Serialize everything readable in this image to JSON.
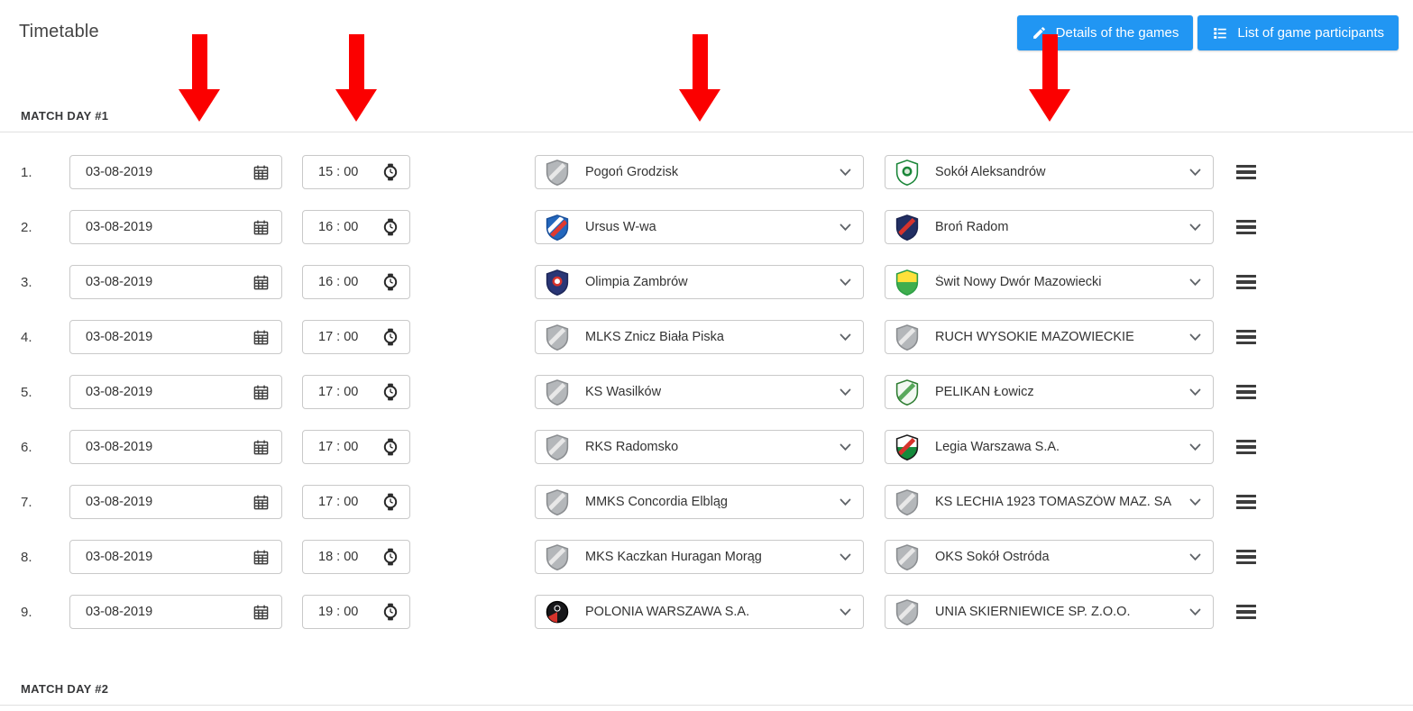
{
  "page": {
    "title": "Timetable"
  },
  "header": {
    "buttons": [
      {
        "label": "Details of the games",
        "icon": "pencil-icon"
      },
      {
        "label": "List of game participants",
        "icon": "list-icon"
      }
    ]
  },
  "colors": {
    "accent_blue": "#2196f3",
    "arrow_red": "#fb0000"
  },
  "annotations": {
    "arrow_lefts": [
      198,
      372,
      753,
      1141
    ]
  },
  "sections": [
    {
      "label": "MATCH DAY #1",
      "rows": [
        {
          "index": "1.",
          "date": "03-08-2019",
          "time": "15 : 00",
          "home": {
            "name": "Pogoń Grodzisk",
            "crest": {
              "shape": "shield",
              "fill": "#b4b7ba",
              "stroke": "#8a8d90",
              "stripes": [
                "#e8e8e8"
              ]
            }
          },
          "away": {
            "name": "Sokół Aleksandrów",
            "crest": {
              "shape": "shield",
              "fill": "#ffffff",
              "stroke": "#1b8639",
              "dot": "#1b8639",
              "dotInner": "#d9ead9"
            }
          }
        },
        {
          "index": "2.",
          "date": "03-08-2019",
          "time": "16 : 00",
          "home": {
            "name": "Ursus W-wa",
            "crest": {
              "shape": "shield",
              "fill": "#2367bd",
              "stroke": "#184f9b",
              "stripes": [
                "#ffffff",
                "#e0392f"
              ]
            }
          },
          "away": {
            "name": "Broń Radom",
            "crest": {
              "shape": "shield",
              "fill": "#222f63",
              "stroke": "#1a2450",
              "stripes": [
                "#d6332c"
              ]
            }
          }
        },
        {
          "index": "3.",
          "date": "03-08-2019",
          "time": "16 : 00",
          "home": {
            "name": "Olimpia Zambrów",
            "crest": {
              "shape": "shield",
              "fill": "#293676",
              "stroke": "#1d2759",
              "dot": "#d6332c",
              "dotInner": "#ffffff"
            }
          },
          "away": {
            "name": "Świt Nowy Dwór Mazowiecki",
            "crest": {
              "shape": "shield",
              "fill": "#ffe13a",
              "stroke": "#2c9e45",
              "bottom": "#3fae4e"
            }
          }
        },
        {
          "index": "4.",
          "date": "03-08-2019",
          "time": "17 : 00",
          "home": {
            "name": "MLKS Znicz Biała Piska",
            "crest": {
              "shape": "shield",
              "fill": "#b4b7ba",
              "stroke": "#8a8d90",
              "stripes": [
                "#e8e8e8"
              ]
            }
          },
          "away": {
            "name": "RUCH WYSOKIE MAZOWIECKIE",
            "crest": {
              "shape": "shield",
              "fill": "#b4b7ba",
              "stroke": "#8a8d90",
              "stripes": [
                "#e8e8e8"
              ]
            }
          }
        },
        {
          "index": "5.",
          "date": "03-08-2019",
          "time": "17 : 00",
          "home": {
            "name": "KS Wasilków",
            "crest": {
              "shape": "shield",
              "fill": "#b4b7ba",
              "stroke": "#8a8d90",
              "stripes": [
                "#e8e8e8"
              ]
            }
          },
          "away": {
            "name": "PELIKAN Łowicz",
            "crest": {
              "shape": "shield",
              "fill": "#f2f8f2",
              "stroke": "#2e7d32",
              "stripes": [
                "#58a95c"
              ]
            }
          }
        },
        {
          "index": "6.",
          "date": "03-08-2019",
          "time": "17 : 00",
          "home": {
            "name": "RKS Radomsko",
            "crest": {
              "shape": "shield",
              "fill": "#b4b7ba",
              "stroke": "#8a8d90",
              "stripes": [
                "#e8e8e8"
              ]
            }
          },
          "away": {
            "name": "Legia Warszawa S.A.",
            "crest": {
              "shape": "shield",
              "fill": "#ffffff",
              "stroke": "#1b1b1b",
              "bottom": "#158a3c",
              "stripes": [
                "#d6332c"
              ]
            }
          }
        },
        {
          "index": "7.",
          "date": "03-08-2019",
          "time": "17 : 00",
          "home": {
            "name": "MMKS Concordia Elbląg",
            "crest": {
              "shape": "shield",
              "fill": "#b4b7ba",
              "stroke": "#8a8d90",
              "stripes": [
                "#e8e8e8"
              ]
            }
          },
          "away": {
            "name": "KS LECHIA 1923 TOMASZÓW MAZ. SA",
            "crest": {
              "shape": "shield",
              "fill": "#b4b7ba",
              "stroke": "#8a8d90",
              "stripes": [
                "#e8e8e8"
              ]
            }
          }
        },
        {
          "index": "8.",
          "date": "03-08-2019",
          "time": "18 : 00",
          "home": {
            "name": "MKS Kaczkan Huragan Morąg",
            "crest": {
              "shape": "shield",
              "fill": "#b4b7ba",
              "stroke": "#8a8d90",
              "stripes": [
                "#e8e8e8"
              ]
            }
          },
          "away": {
            "name": "OKS Sokół Ostróda",
            "crest": {
              "shape": "shield",
              "fill": "#b4b7ba",
              "stroke": "#8a8d90",
              "stripes": [
                "#e8e8e8"
              ]
            }
          }
        },
        {
          "index": "9.",
          "date": "03-08-2019",
          "time": "19 : 00",
          "home": {
            "name": "POLONIA WARSZAWA S.A.",
            "crest": {
              "shape": "circle",
              "fill": "#17171a",
              "stroke": "#000000",
              "bottom": "#d6332c"
            }
          },
          "away": {
            "name": "UNIA SKIERNIEWICE SP. Z.O.O.",
            "crest": {
              "shape": "shield",
              "fill": "#b4b7ba",
              "stroke": "#8a8d90",
              "stripes": [
                "#e8e8e8"
              ]
            }
          }
        }
      ]
    },
    {
      "label": "MATCH DAY #2",
      "rows": []
    }
  ]
}
